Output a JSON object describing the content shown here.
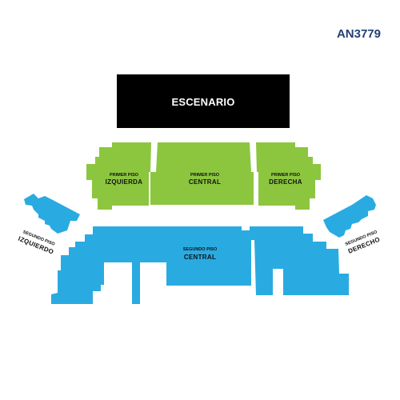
{
  "map_code": "AN3779",
  "colors": {
    "stage": "#000000",
    "primer_piso": "#8cc63f",
    "segundo_piso": "#29abe2",
    "code_text": "#233f75"
  },
  "stage": {
    "label": "ESCENARIO"
  },
  "primer_piso": {
    "izquierda": {
      "level": "PRIMER PISO",
      "name": "IZQUIERDA"
    },
    "central": {
      "level": "PRIMER PISO",
      "name": "CENTRAL"
    },
    "derecha": {
      "level": "PRIMER PISO",
      "name": "DERECHA"
    }
  },
  "segundo_piso": {
    "izquierdo": {
      "level": "SEGUNDO PISO",
      "name": "IZQUIERDO"
    },
    "central": {
      "level": "SEGUNDO PISO",
      "name": "CENTRAL"
    },
    "derecho": {
      "level": "SEGUNDO PISO",
      "name": "DERECHO"
    }
  }
}
